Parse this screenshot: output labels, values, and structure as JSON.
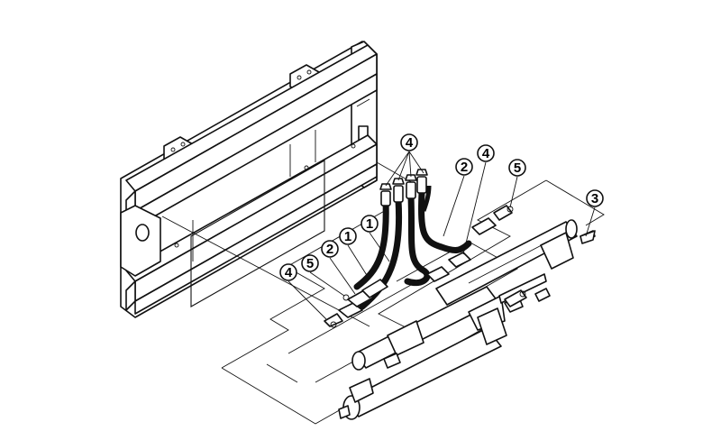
{
  "diagram": {
    "callouts": [
      {
        "id": "c-4-top",
        "label": "4"
      },
      {
        "id": "c-2-top",
        "label": "2"
      },
      {
        "id": "c-4-mid",
        "label": "4"
      },
      {
        "id": "c-5-right",
        "label": "5"
      },
      {
        "id": "c-3-right",
        "label": "3"
      },
      {
        "id": "c-1-a",
        "label": "1"
      },
      {
        "id": "c-1-b",
        "label": "1"
      },
      {
        "id": "c-2-left",
        "label": "2"
      },
      {
        "id": "c-5-left",
        "label": "5"
      },
      {
        "id": "c-4-left",
        "label": "4"
      }
    ]
  }
}
